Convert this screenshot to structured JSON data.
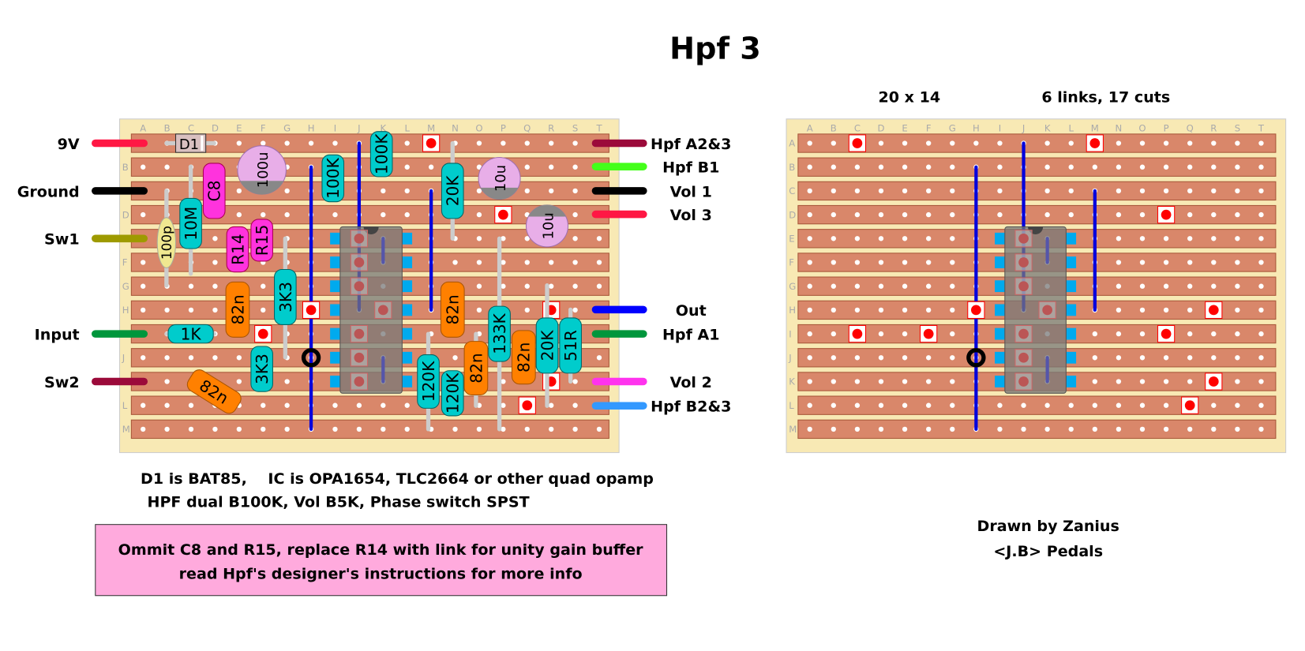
{
  "title": "Hpf 3",
  "board_info": {
    "size": "20 x 14",
    "stats": "6 links, 17 cuts"
  },
  "columns": [
    "A",
    "B",
    "C",
    "D",
    "E",
    "F",
    "G",
    "H",
    "I",
    "J",
    "K",
    "L",
    "M",
    "N",
    "O",
    "P",
    "Q",
    "R",
    "S",
    "T"
  ],
  "rows": [
    "A",
    "B",
    "C",
    "D",
    "E",
    "F",
    "G",
    "H",
    "I",
    "J",
    "K",
    "L",
    "M"
  ],
  "left_wires": [
    {
      "label": "9V",
      "color": "#ff1744"
    },
    {
      "label": "Ground",
      "color": "#000000"
    },
    {
      "label": "Sw1",
      "color": "#9e9a00"
    },
    {
      "label": "Input",
      "color": "#00963c"
    },
    {
      "label": "Sw2",
      "color": "#9b0a3a"
    }
  ],
  "right_wires": [
    {
      "label": "Hpf A2&3",
      "color": "#9b0a3a"
    },
    {
      "label": "Hpf B1",
      "color": "#44ff1a"
    },
    {
      "label": "Vol 1",
      "color": "#000000"
    },
    {
      "label": "Vol 3",
      "color": "#ff1744"
    },
    {
      "label": "Out",
      "color": "#0000ff"
    },
    {
      "label": "Hpf A1",
      "color": "#00963c"
    },
    {
      "label": "Vol 2",
      "color": "#ff33ee"
    },
    {
      "label": "Hpf B2&3",
      "color": "#3399ff"
    }
  ],
  "components": [
    "D1",
    "100u",
    "10u",
    "10u",
    "C8",
    "R14",
    "R15",
    "100p",
    "10M",
    "100K",
    "100K",
    "20K",
    "82n",
    "3K3",
    "1K",
    "3K3",
    "82n",
    "82n",
    "120K",
    "120K",
    "82n",
    "133K",
    "82n",
    "20K",
    "51R"
  ],
  "notes": {
    "line1": "D1 is BAT85,    IC is OPA1654, TLC2664 or other quad opamp",
    "line2": "HPF dual B100K, Vol B5K, Phase switch SPST"
  },
  "callout": {
    "line1": "Ommit C8 and R15, replace R14 with link for unity gain buffer",
    "line2": "read Hpf's designer's instructions for more info"
  },
  "credits": {
    "line1": "Drawn by Zanius",
    "line2": "<J.B> Pedals"
  },
  "colors": {
    "board": "#f8e9b4",
    "strip": "#d9876a",
    "resistor": "#00cccc",
    "film_cap": "#ff8000",
    "magenta": "#ff33dd",
    "link": "#0000dd",
    "cut": "#ff0000"
  }
}
